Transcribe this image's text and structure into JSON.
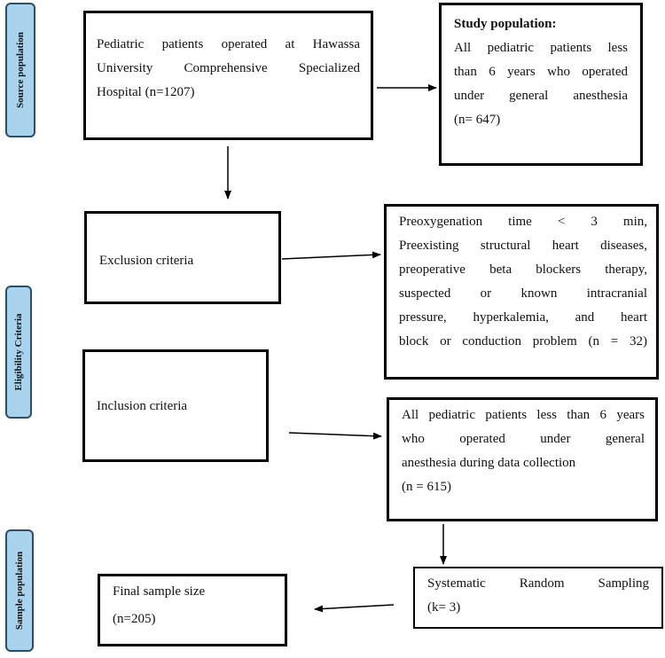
{
  "sidebar": {
    "source": "Source population",
    "eligibility": "Eligibility Criteria",
    "sample": "Sample population"
  },
  "boxes": {
    "source_population": {
      "lines": [
        "Pediatric patients operated at Hawassa",
        "University Comprehensive Specialized",
        "Hospital (n=1207)"
      ]
    },
    "study_population": {
      "title": "Study population:",
      "lines": [
        "All pediatric patients less",
        "than 6 years who operated",
        "under general anesthesia",
        "(n= 647)"
      ]
    },
    "exclusion": {
      "label": "Exclusion criteria"
    },
    "exclusion_details": {
      "lines": [
        "Preoxygenation time < 3 min,",
        "Preexisting structural heart diseases,",
        "preoperative beta blockers therapy,",
        "suspected or known intracranial",
        "pressure, hyperkalemia, and heart",
        "block or conduction problem (n = 32)"
      ]
    },
    "inclusion": {
      "label": "Inclusion criteria"
    },
    "inclusion_details": {
      "lines": [
        "All pediatric patients less than 6 years",
        "who operated under general",
        "anesthesia during data collection",
        "(n = 615)"
      ]
    },
    "sampling": {
      "lines": [
        "Systematic Random Sampling",
        "(k= 3)"
      ]
    },
    "final": {
      "lines": [
        "Final sample size",
        "(n=205)"
      ]
    }
  }
}
